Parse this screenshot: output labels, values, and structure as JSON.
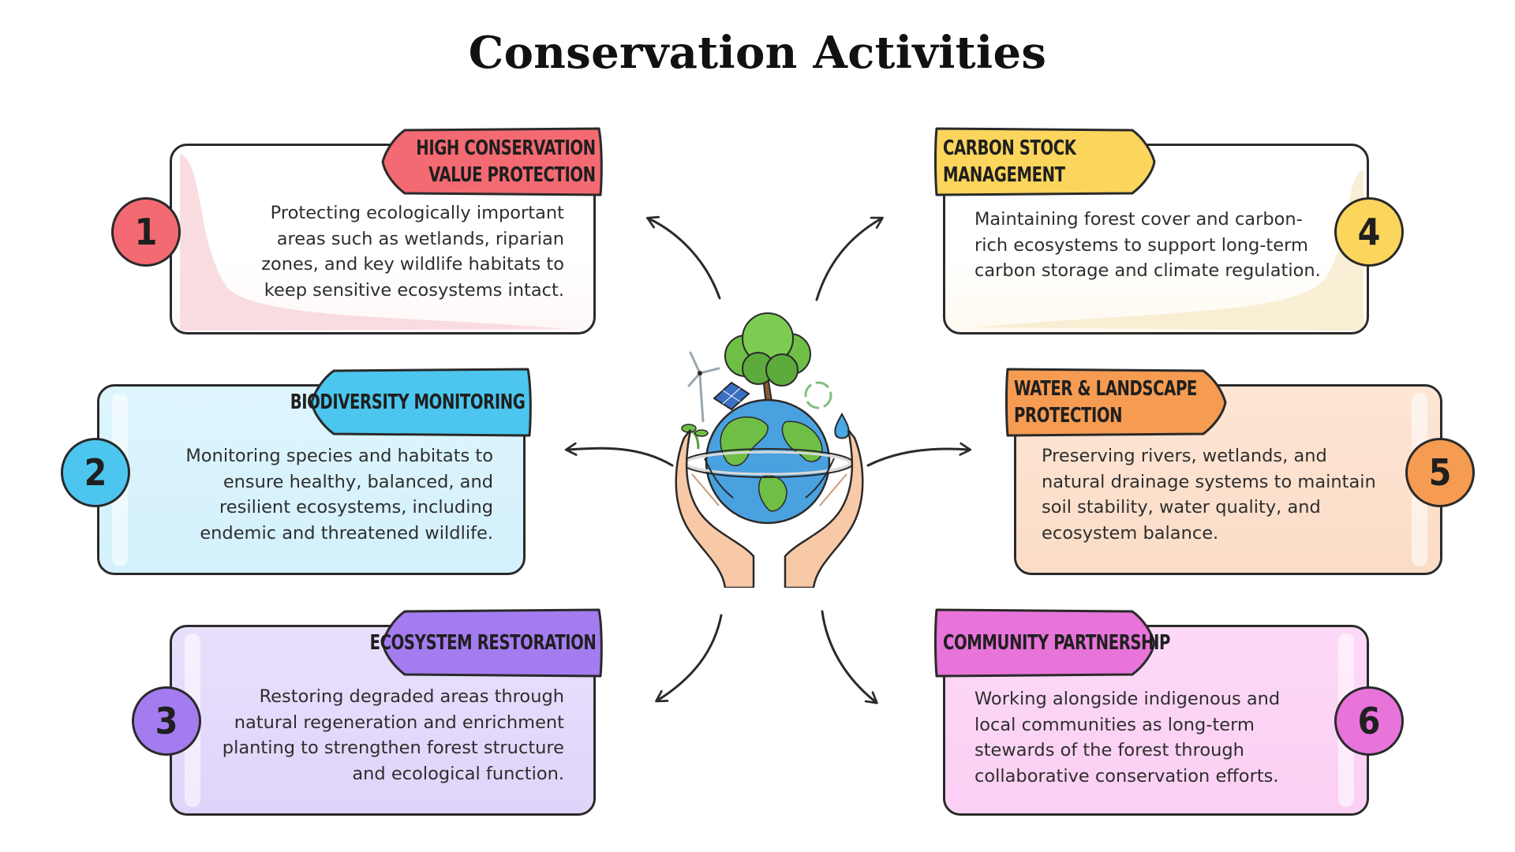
{
  "title": "Conservation Activities",
  "activities": [
    {
      "number": "1",
      "title_line1": "HIGH CONSERVATION",
      "title_line2": "VALUE PROTECTION",
      "description": "Protecting ecologically important areas such as wetlands, riparian zones, and key wildlife habitats to keep sensitive ecosystems intact.",
      "color": "#f46a72",
      "tint": "#fce4e6",
      "icon": "number-circle"
    },
    {
      "number": "2",
      "title_line1": "BIODIVERSITY MONITORING",
      "title_line2": "",
      "description": "Monitoring species and habitats to ensure healthy, balanced, and resilient ecosystems, including endemic and threatened wildlife.",
      "color": "#4cc6ee",
      "tint": "#d6f2fc",
      "icon": "number-circle"
    },
    {
      "number": "3",
      "title_line1": "ECOSYSTEM RESTORATION",
      "title_line2": "",
      "description": "Restoring degraded areas through natural regeneration and enrichment planting to strengthen forest structure and ecological function.",
      "color": "#a47cf0",
      "tint": "#e4d9fb",
      "icon": "number-circle"
    },
    {
      "number": "4",
      "title_line1": "CARBON STOCK",
      "title_line2": "MANAGEMENT",
      "description": "Maintaining forest cover and carbon-rich ecosystems to support long-term carbon storage and climate regulation.",
      "color": "#fbd55c",
      "tint": "#f8eccb",
      "icon": "number-circle"
    },
    {
      "number": "5",
      "title_line1": "WATER & LANDSCAPE",
      "title_line2": "PROTECTION",
      "description": "Preserving rivers, wetlands, and natural drainage systems to maintain soil stability, water quality, and ecosystem balance.",
      "color": "#f59b52",
      "tint": "#fce1cc",
      "icon": "number-circle"
    },
    {
      "number": "6",
      "title_line1": "COMMUNITY PARTNERSHIP",
      "title_line2": "",
      "description": "Working alongside indigenous and local communities as long-term stewards of the forest through collaborative conservation efforts.",
      "color": "#e873d9",
      "tint": "#fbd2f5",
      "icon": "number-circle"
    }
  ],
  "center_illustration": {
    "icon": "hands-holding-globe-icon",
    "elements": [
      "tree-icon",
      "wind-turbine-icon",
      "solar-panel-icon",
      "recycle-icon",
      "water-drop-icon",
      "sprout-icon",
      "globe-icon"
    ]
  }
}
